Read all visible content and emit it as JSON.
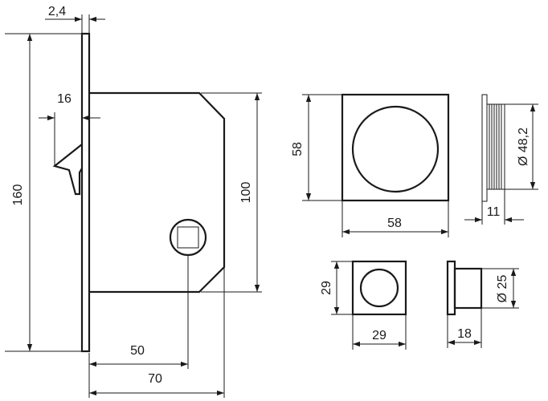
{
  "diagram": {
    "labels": {
      "plate_thickness": "2,4",
      "hook_offset": "16",
      "total_height": "160",
      "body_height": "100",
      "backset": "50",
      "body_depth": "70",
      "large_rose_height": "58",
      "large_rose_width": "58",
      "large_rose_diameter": "Ø 48,2",
      "large_rose_depth": "11",
      "small_rose_height": "29",
      "small_rose_width": "29",
      "small_rose_diameter": "Ø 25",
      "small_rose_depth": "18"
    }
  }
}
